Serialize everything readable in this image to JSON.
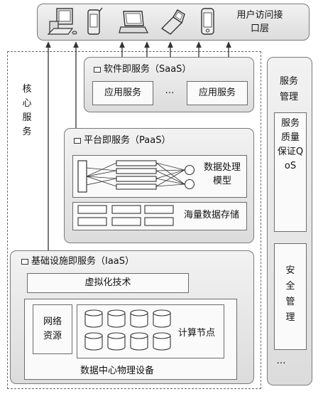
{
  "access_layer": {
    "label": "用户访问接口层",
    "devices": [
      "desktop-computer",
      "pda",
      "laptop",
      "flip-phone",
      "smartphone"
    ]
  },
  "core_services": {
    "label": "核心服务"
  },
  "saas": {
    "title": "软件即服务（SaaS）",
    "app_service_left": "应用服务",
    "ellipsis": "…",
    "app_service_right": "应用服务"
  },
  "paas": {
    "title": "平台即服务（PaaS）",
    "processing_model": "数据处理模型",
    "storage": "海量数据存储"
  },
  "iaas": {
    "title": "基础设施即服务（IaaS）",
    "virtualization": "虚拟化技术",
    "network": "网络资源",
    "compute_nodes": "计算节点",
    "datacenter": "数据中心物理设备"
  },
  "service_management": {
    "label": "服务管理",
    "qos": "服务质量保证QoS",
    "security": "安全管理",
    "ellipsis": "…"
  }
}
